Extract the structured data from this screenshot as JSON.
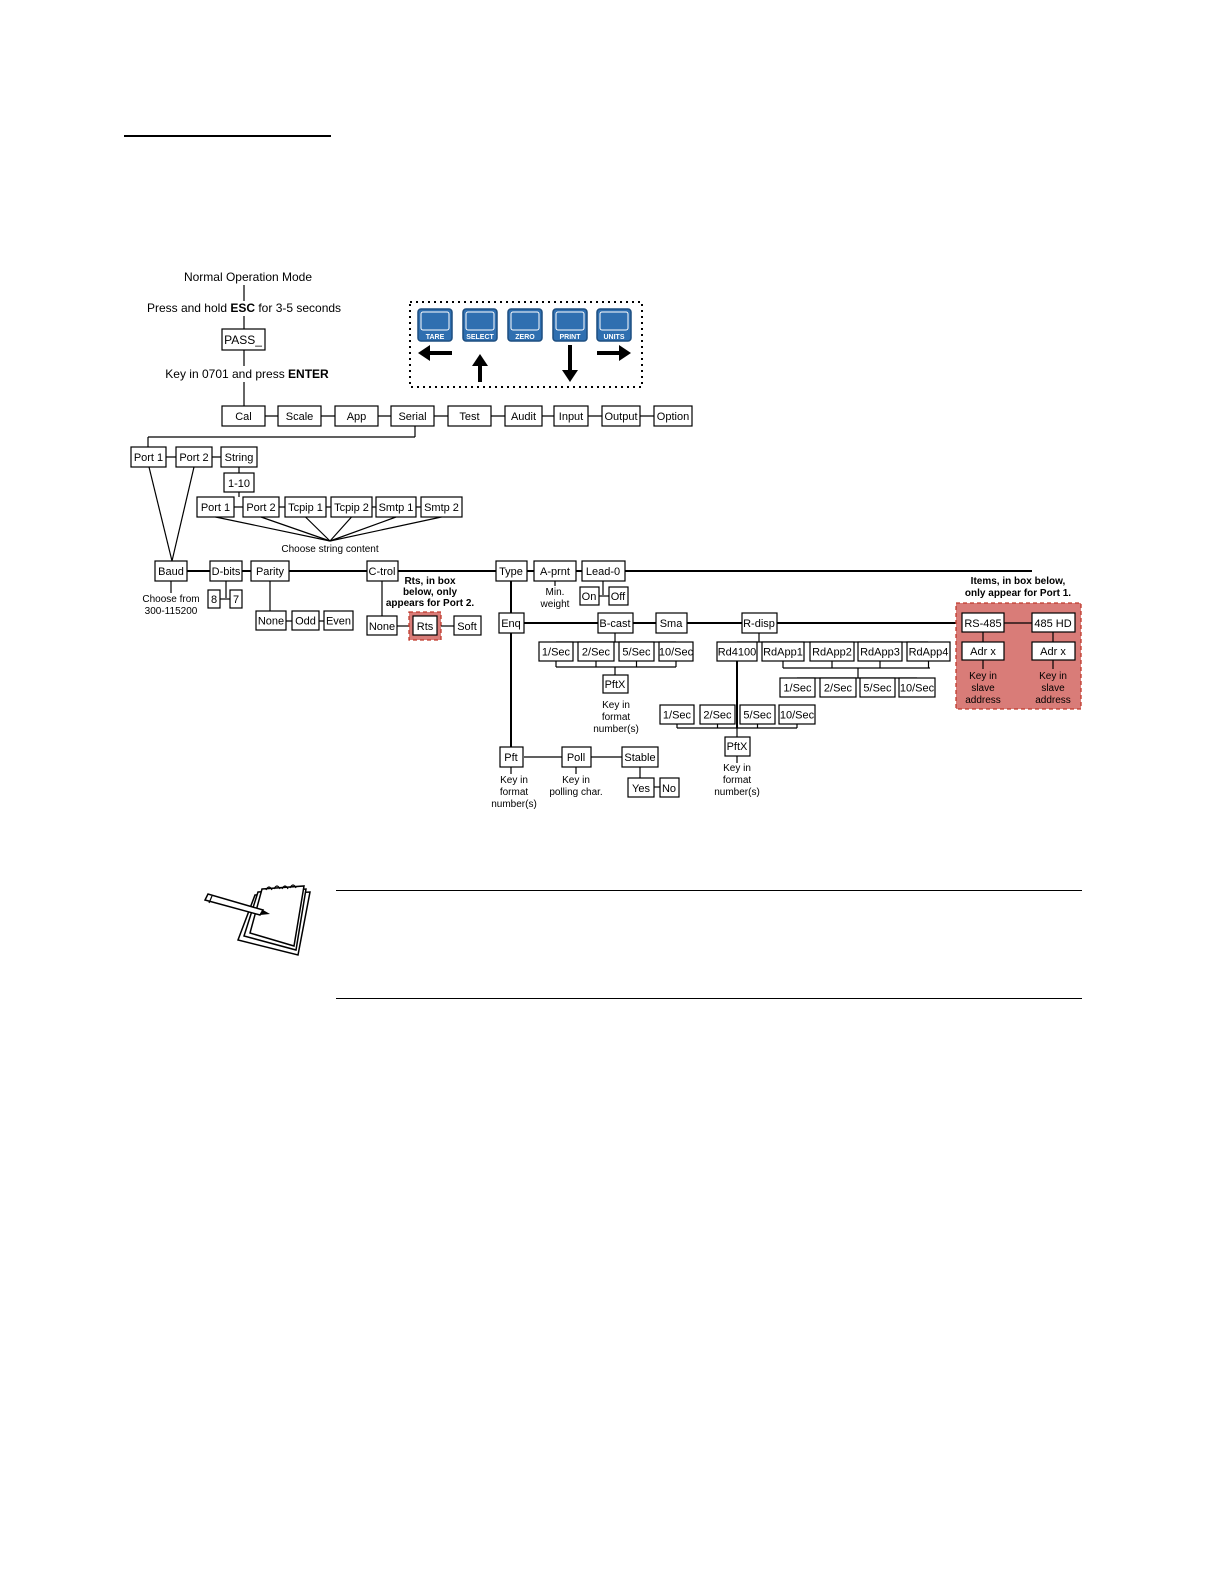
{
  "top": {
    "mode": "Normal Operation Mode",
    "press_pre": "Press and hold ",
    "press_key": "ESC",
    "press_post": " for 3-5 seconds",
    "pass": "PASS_",
    "key_pre": "Key in 0701 and press ",
    "key_key": "ENTER"
  },
  "keys": [
    "TARE",
    "SELECT",
    "ZERO",
    "PRINT",
    "UNITS"
  ],
  "menu": [
    "Cal",
    "Scale",
    "App",
    "Serial",
    "Test",
    "Audit",
    "Input",
    "Output",
    "Option"
  ],
  "ports": [
    "Port 1",
    "Port 2",
    "String"
  ],
  "string_range": "1-10",
  "string_targets": [
    "Port 1",
    "Port 2",
    "Tcpip 1",
    "Tcpip 2",
    "Smtp 1",
    "Smtp 2"
  ],
  "choose_string": "Choose string content",
  "baud": "Baud",
  "baud_note": [
    "Choose from",
    "300-115200"
  ],
  "dbits": "D-bits",
  "dbits_opts": [
    "8",
    "7"
  ],
  "parity": "Parity",
  "parity_opts": [
    "None",
    "Odd",
    "Even"
  ],
  "ctrol": "C-trol",
  "ctrol_opts": [
    "None",
    "Rts",
    "Soft"
  ],
  "rts_note": [
    "Rts, in box",
    "below, only",
    "appears for Port 2."
  ],
  "type": "Type",
  "aprnt": "A-prnt",
  "aprnt_note": [
    "Min.",
    "weight"
  ],
  "lead0": "Lead-0",
  "lead0_opts": [
    "On",
    "Off"
  ],
  "enq": "Enq",
  "bcast": "B-cast",
  "sma": "Sma",
  "rdisp": "R-disp",
  "rates": [
    "1/Sec",
    "2/Sec",
    "5/Sec",
    "10/Sec"
  ],
  "pftx": "PftX",
  "format_note": [
    "Key in",
    "format",
    "number(s)"
  ],
  "rd_opts": [
    "Rd4100",
    "RdApp1",
    "RdApp2",
    "RdApp3",
    "RdApp4"
  ],
  "pft": "Pft",
  "poll": "Poll",
  "poll_note": [
    "Key in",
    "polling char."
  ],
  "stable": "Stable",
  "stable_opts": [
    "Yes",
    "No"
  ],
  "port1_note": [
    "Items, in box below,",
    "only appear for Port 1."
  ],
  "rs485": "RS-485",
  "hd485": "485 HD",
  "adr": "Adr x",
  "slave_note": [
    "Key in",
    "slave",
    "address"
  ]
}
